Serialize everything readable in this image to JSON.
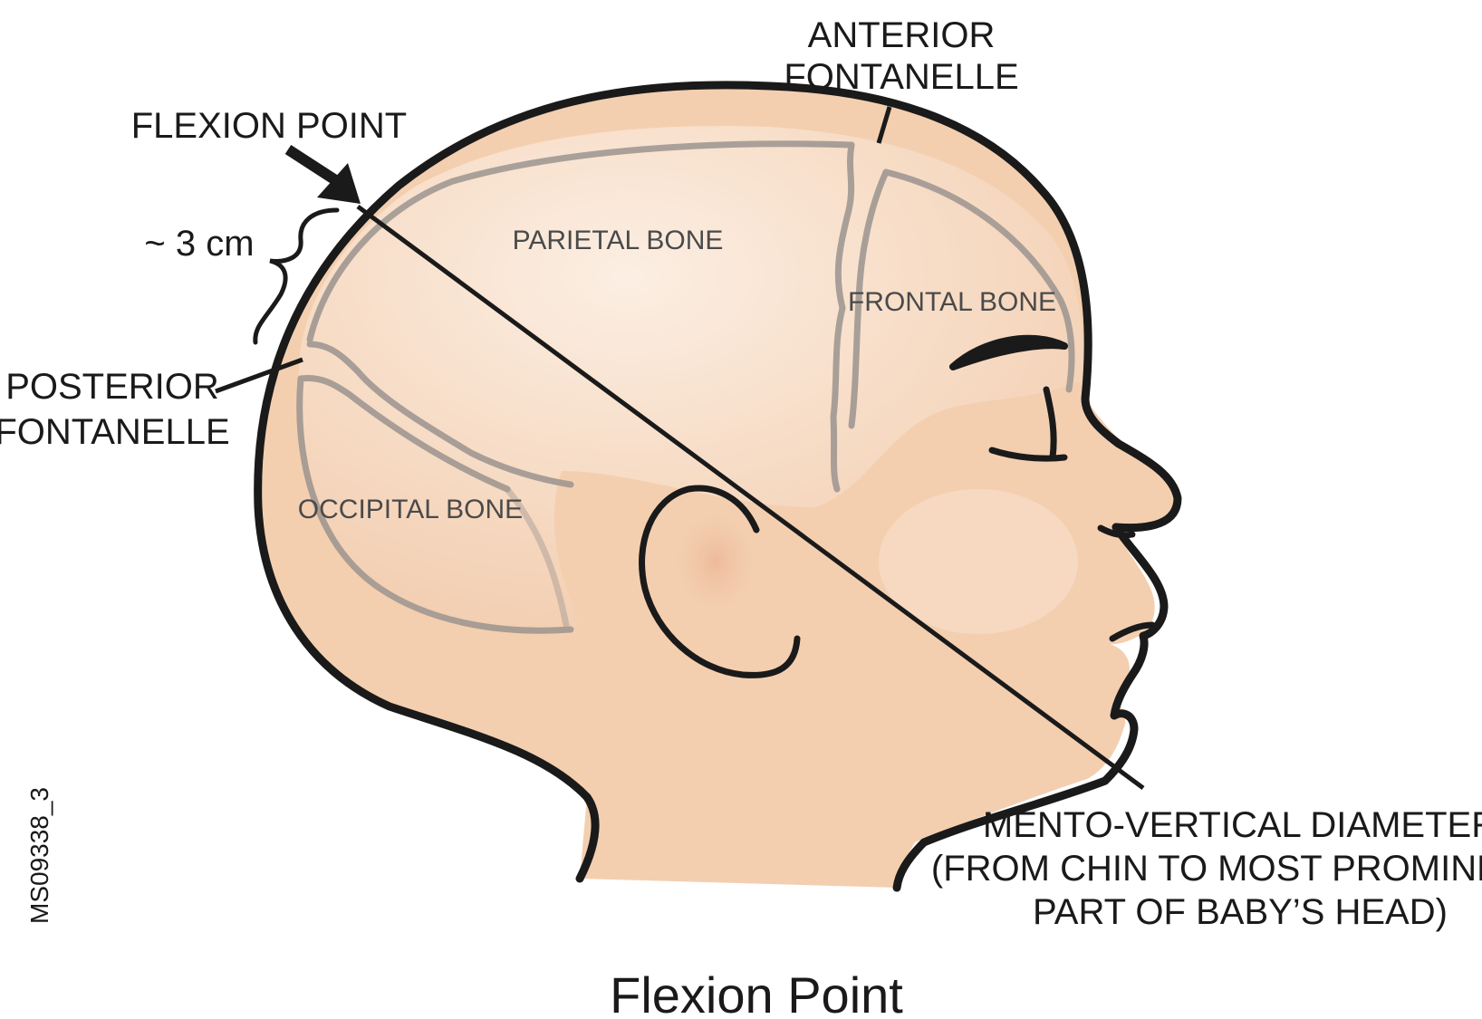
{
  "labels": {
    "anterior_fontanelle_1": "ANTERIOR",
    "anterior_fontanelle_2": "FONTANELLE",
    "flexion_point": "FLEXION POINT",
    "distance": "~ 3 cm",
    "posterior_fontanelle_1": "POSTERIOR",
    "posterior_fontanelle_2": "FONTANELLE",
    "parietal_bone": "PARIETAL BONE",
    "frontal_bone": "FRONTAL BONE",
    "occipital_bone": "OCCIPITAL BONE",
    "diameter_title": "MENTO-VERTICAL DIAMETER",
    "diameter_desc_1": "(FROM CHIN TO MOST PROMINENT",
    "diameter_desc_2": "PART OF BABY’S HEAD)",
    "figure_id": "MS09338_3",
    "caption": "Flexion Point"
  },
  "colors": {
    "skin": "#f3cfb0",
    "skin_light": "#fdf1e6",
    "outline": "#1a1a1a",
    "suture": "#9b948f",
    "cheek": "#e8a888"
  }
}
